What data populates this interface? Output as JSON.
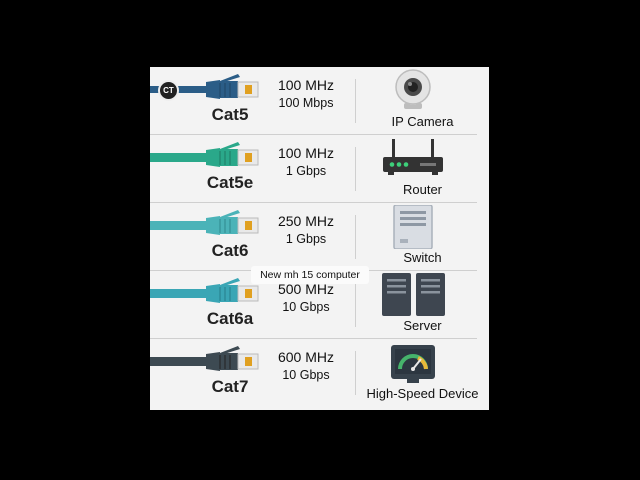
{
  "watermark": "CT",
  "caption": "New mh 15 computer",
  "rows": [
    {
      "cat": "Cat5",
      "mhz": "100 MHz",
      "bps": "100 Mbps",
      "device": "IP Camera",
      "device_icon": "ip-camera-icon",
      "cable_color": "#2b5d87"
    },
    {
      "cat": "Cat5e",
      "mhz": "100 MHz",
      "bps": "1 Gbps",
      "device": "Router",
      "device_icon": "router-icon",
      "cable_color": "#2aa88a"
    },
    {
      "cat": "Cat6",
      "mhz": "250 MHz",
      "bps": "1 Gbps",
      "device": "Switch",
      "device_icon": "switch-icon",
      "cable_color": "#4bb3b8"
    },
    {
      "cat": "Cat6a",
      "mhz": "500 MHz",
      "bps": "10 Gbps",
      "device": "Server",
      "device_icon": "server-icon",
      "cable_color": "#3aa6b5"
    },
    {
      "cat": "Cat7",
      "mhz": "600 MHz",
      "bps": "10 Gbps",
      "device": "High-Speed Device",
      "device_icon": "speed-gauge-icon",
      "cable_color": "#3d4a52"
    }
  ]
}
